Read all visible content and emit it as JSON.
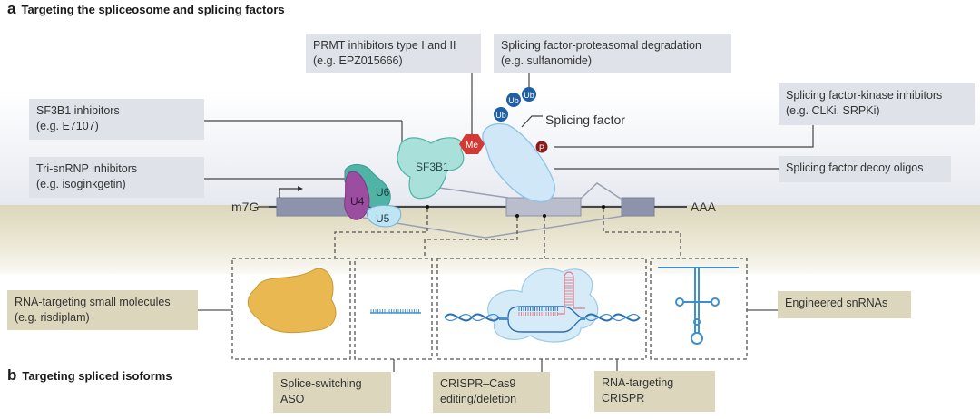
{
  "panel_a": {
    "letter": "a",
    "title": "Targeting the spliceosome and splicing factors"
  },
  "panel_b": {
    "letter": "b",
    "title": "Targeting spliced isoforms"
  },
  "callouts_a": {
    "prmt": {
      "line1": "PRMT inhibitors type I and II",
      "line2": "(e.g. EPZ015666)"
    },
    "proteasomal": {
      "line1": "Splicing factor-proteasomal degradation",
      "line2": "(e.g. sulfanomide)"
    },
    "sf3b1": {
      "line1": "SF3B1 inhibitors",
      "line2": "(e.g. E7107)"
    },
    "tri_snrnp": {
      "line1": "Tri-snRNP inhibitors",
      "line2": "(e.g. isoginkgetin)"
    },
    "kinase": {
      "line1": "Splicing factor-kinase inhibitors",
      "line2": "(e.g. CLKi, SRPKi)"
    },
    "decoy": {
      "line1": "Splicing factor decoy oligos"
    }
  },
  "callouts_b": {
    "small_molecules": {
      "line1": "RNA-targeting small molecules",
      "line2": "(e.g. risdiplam)"
    },
    "snrnas": {
      "line1": "Engineered snRNAs"
    },
    "aso": {
      "line1": "Splice-switching",
      "line2": "ASO"
    },
    "crispr_cas9": {
      "line1": "CRISPR–Cas9",
      "line2": "editing/deletion"
    },
    "rna_crispr": {
      "line1": "RNA-targeting",
      "line2": "CRISPR"
    }
  },
  "labels": {
    "m7g": "m7G",
    "aaa": "AAA",
    "splicing_factor": "Splicing factor",
    "sf3b1": "SF3B1",
    "u4": "U4",
    "u5": "U5",
    "u6": "U6",
    "me": "Me",
    "p": "P",
    "ub": "Ub"
  },
  "colors": {
    "gray_box": "#dfe2e9",
    "tan_box": "#dcd7bc",
    "exon": "#8c93aa",
    "ub": "#1f5fa3",
    "me": "#d23a35",
    "p": "#8b1a1a",
    "u4": "#9b4d9f",
    "u6": "#4fb3a6",
    "u5": "#bfe4f3",
    "sf3b1": "#a9e1da",
    "splicing_factor": "#cfe7f7",
    "small_molecule": "#e9b850",
    "rna_blue": "#3f8fcf",
    "rna_pink": "#e07a86"
  }
}
